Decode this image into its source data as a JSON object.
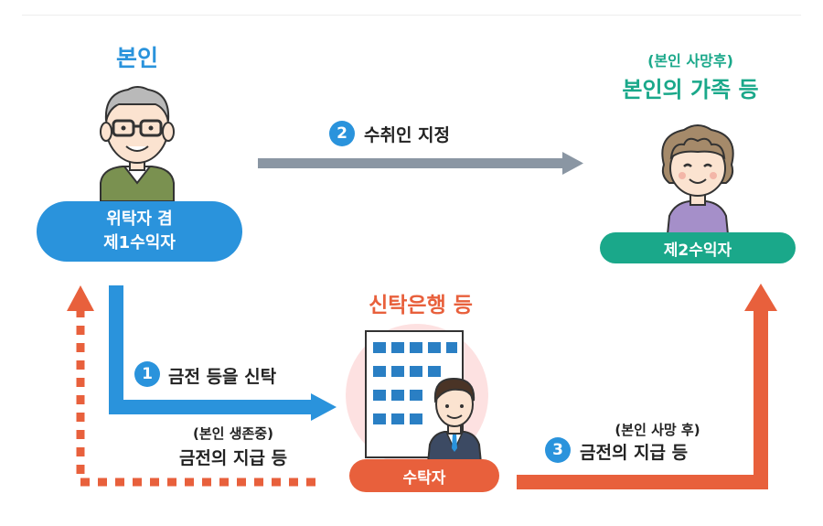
{
  "self": {
    "title": "본인",
    "pill_line1": "위탁자 겸",
    "pill_line2": "제1수익자"
  },
  "family": {
    "subtitle": "(본인 사망후)",
    "title": "본인의 가족 등",
    "pill": "제2수익자"
  },
  "bank": {
    "title": "신탁은행 등",
    "pill": "수탁자"
  },
  "steps": {
    "one": {
      "num": "1",
      "label": "금전 등을 신탁"
    },
    "two": {
      "num": "2",
      "label": "수취인 지정"
    },
    "three": {
      "num": "3",
      "sub": "(본인 사망 후)",
      "label": "금전의 지급 등"
    },
    "alive": {
      "sub": "(본인 생존중)",
      "label": "금전의 지급 등"
    }
  },
  "colors": {
    "blue": "#2a93dc",
    "green": "#1aa88a",
    "red": "#e8603c",
    "gray_arrow": "#8a96a3"
  }
}
